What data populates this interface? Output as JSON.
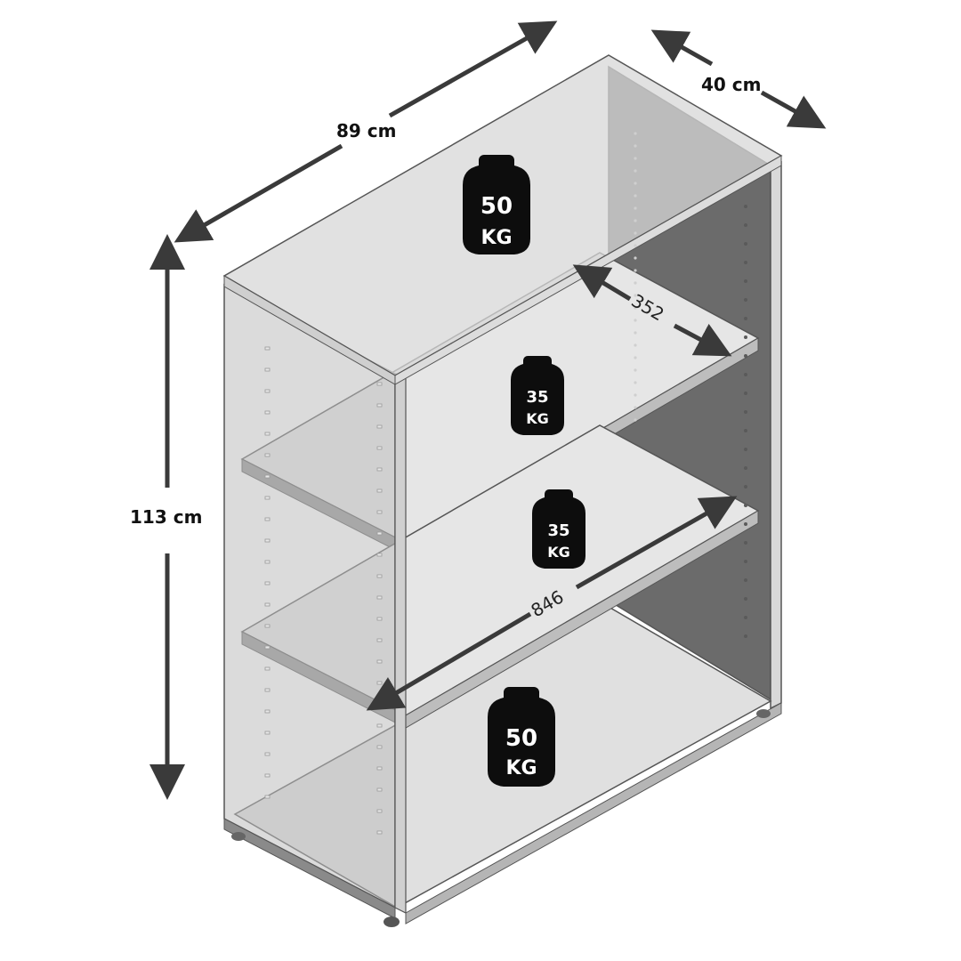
{
  "dimensions": {
    "width": "89 cm",
    "depth": "40 cm",
    "height": "113 cm",
    "shelf_depth": "352",
    "shelf_width": "846"
  },
  "loads": {
    "top": {
      "value": "50",
      "unit": "KG"
    },
    "shelf_upper": {
      "value": "35",
      "unit": "KG"
    },
    "shelf_lower": {
      "value": "35",
      "unit": "KG"
    },
    "bottom": {
      "value": "50",
      "unit": "KG"
    }
  },
  "colors": {
    "outline": "#555555",
    "panel_light": "#e6e6e6",
    "panel_mid": "#cfcfcf",
    "back_dark": "#6b6b6b",
    "arrow": "#3a3a3a",
    "weight": "#0d0d0d"
  }
}
